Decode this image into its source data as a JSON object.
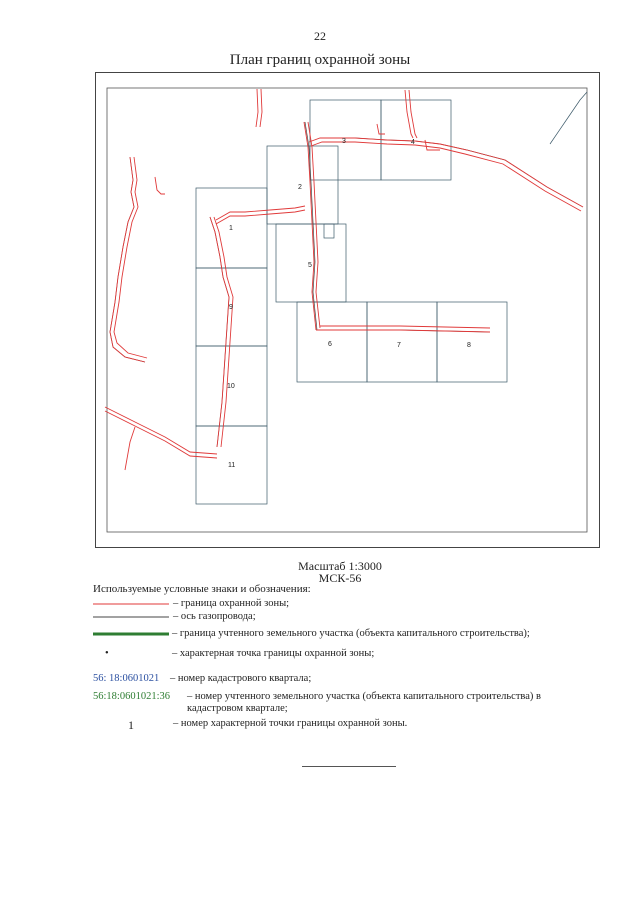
{
  "page": {
    "number": "22",
    "title": "План границ охранной зоны"
  },
  "map": {
    "point_labels": [
      "1",
      "2",
      "3",
      "4",
      "5",
      "6",
      "7",
      "8",
      "9",
      "10",
      "11"
    ],
    "colors": {
      "zone_border": "#e03a3a",
      "gas_axis": "#444444",
      "parcel_border": "#2e7d32",
      "frame": "#444444"
    }
  },
  "scale": {
    "line1": "Масштаб 1:3000",
    "line2": "МСК-56"
  },
  "legend": {
    "heading": "Используемые условные знаки и обозначения:",
    "items": [
      {
        "symbol": "",
        "text": "– граница охранной зоны;"
      },
      {
        "symbol": "",
        "text": "– ось газопровода;"
      },
      {
        "symbol": "",
        "text": "– граница учтенного земельного участка (объекта капитального строительства);"
      },
      {
        "symbol": "•",
        "text": "– характерная точка границы охранной зоны;"
      },
      {
        "symbol": "56: 18:0601021",
        "text": "– номер кадастрового квартала;"
      },
      {
        "symbol": "56:18:0601021:36",
        "text": "– номер учтенного земельного участка (объекта капитального строительства) в кадастровом квартале;"
      },
      {
        "symbol": "1",
        "text": "– номер характерной точки границы охранной зоны."
      }
    ]
  }
}
